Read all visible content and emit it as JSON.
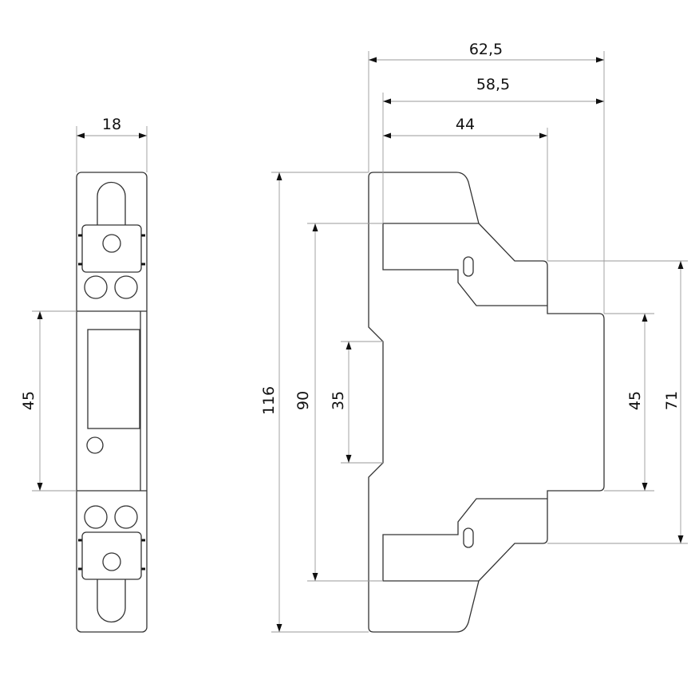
{
  "front_view": {
    "width_label": "18",
    "display_height_label": "45"
  },
  "side_view": {
    "depth_total_label": "62,5",
    "depth_mid_label": "58,5",
    "depth_front_label": "44",
    "height_total_label": "116",
    "height_inner_label": "90",
    "din_rail_label": "35",
    "front_height_label": "45",
    "shoulder_height_label": "71"
  },
  "colors": {
    "outline": "#333333",
    "dimension": "#999999",
    "arrow": "#111111"
  }
}
